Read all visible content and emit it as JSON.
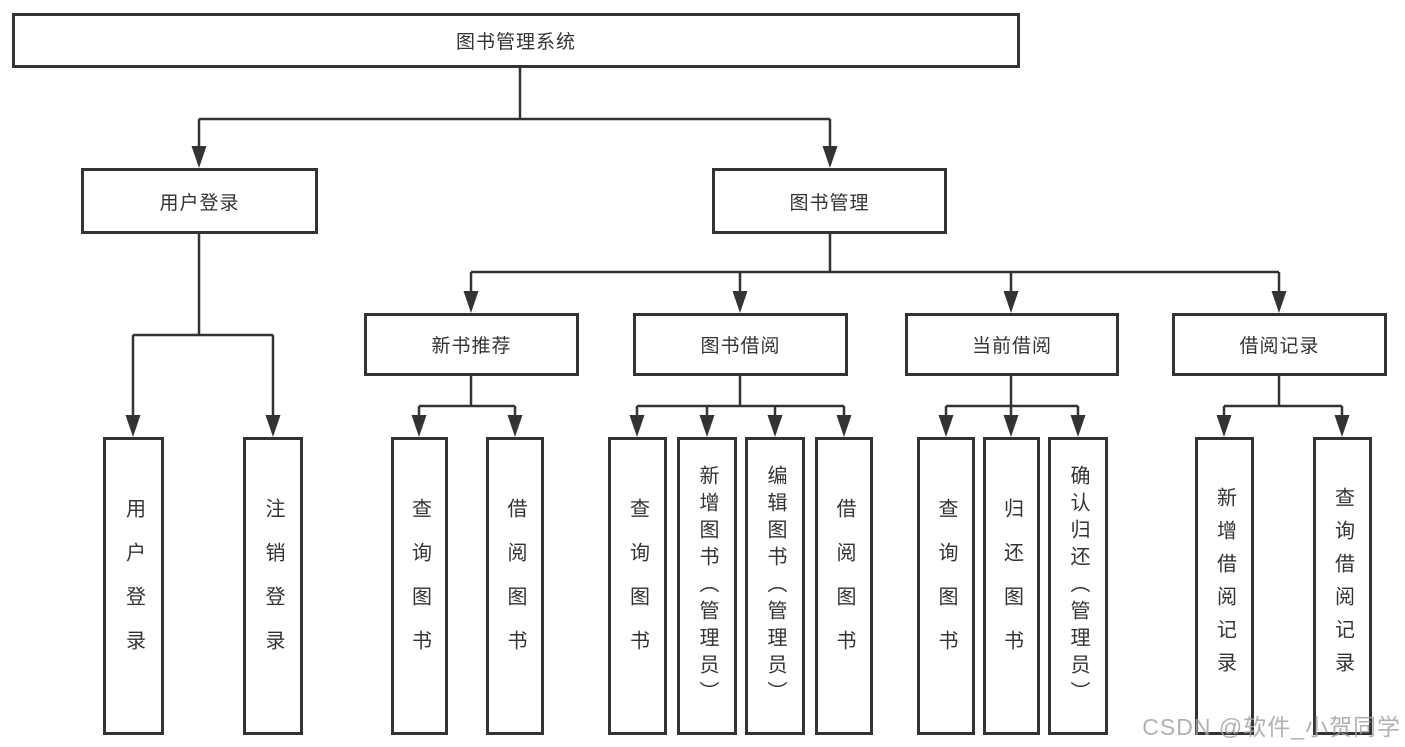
{
  "tree": {
    "root_label": "图书管理系统",
    "branches": [
      {
        "label": "用户登录",
        "leaves": [
          "用户登录",
          "注销登录"
        ]
      },
      {
        "label": "图书管理",
        "children": [
          {
            "label": "新书推荐",
            "leaves": [
              "查询图书",
              "借阅图书"
            ]
          },
          {
            "label": "图书借阅",
            "leaves": [
              "查询图书",
              "新增图书（管理员）",
              "编辑图书（管理员）",
              "借阅图书"
            ]
          },
          {
            "label": "当前借阅",
            "leaves": [
              "查询图书",
              "归还图书",
              "确认归还（管理员）"
            ]
          },
          {
            "label": "借阅记录",
            "leaves": [
              "新增借阅记录",
              "查询借阅记录"
            ]
          }
        ]
      }
    ]
  },
  "watermark": "CSDN @软件_小贺同学",
  "colors": {
    "line": "#333333",
    "text": "#333333",
    "box_fill": "#ffffff",
    "watermark": "#a3a3a3"
  }
}
